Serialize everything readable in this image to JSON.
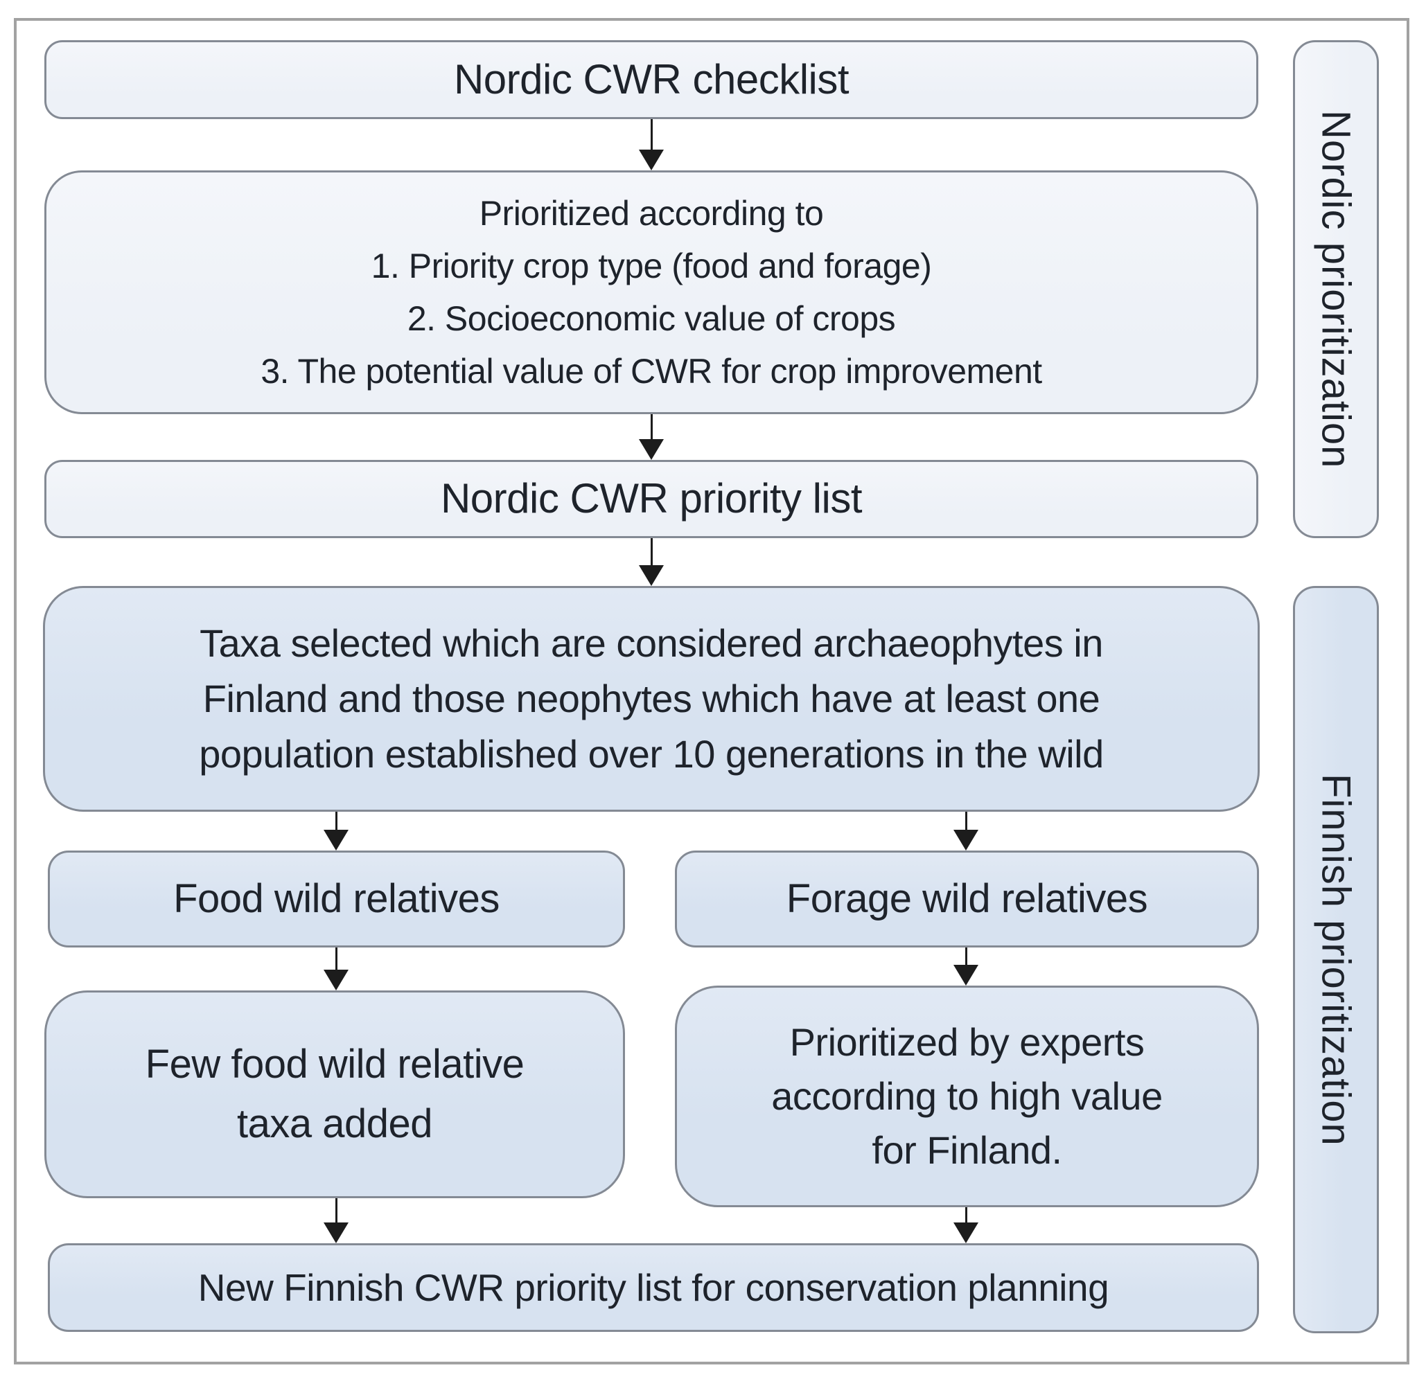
{
  "flowchart": {
    "side_labels": {
      "nordic": "Nordic prioritization",
      "finnish": "Finnish prioritization"
    },
    "nodes": {
      "checklist": {
        "text": "Nordic CWR checklist"
      },
      "criteria": {
        "lines": [
          "Prioritized according to",
          "1. Priority crop type (food and forage)",
          "2. Socioeconomic value of crops",
          "3. The potential value of CWR for crop improvement"
        ]
      },
      "priority_list": {
        "text": "Nordic CWR priority list"
      },
      "taxa_selection": {
        "lines": [
          "Taxa selected which are considered archaeophytes in",
          "Finland and those neophytes which have at least one",
          "population established over 10 generations in the wild"
        ]
      },
      "food": {
        "text": "Food wild relatives"
      },
      "forage": {
        "text": "Forage wild relatives"
      },
      "few_food": {
        "lines": [
          "Few food wild relative",
          "taxa added"
        ]
      },
      "experts": {
        "lines": [
          "Prioritized by experts",
          "according to high value",
          "for Finland."
        ]
      },
      "new_list": {
        "text": "New Finnish CWR priority list for conservation planning"
      }
    },
    "colors": {
      "light_fill_top": "#f4f6fa",
      "light_fill": "#edf1f7",
      "blue_fill_top": "#e1e9f4",
      "blue_fill": "#d7e2f0",
      "box_border": "#848a94",
      "outer_border": "#a2a2a2",
      "text": "#1e232b",
      "arrow": "#1c1c1c"
    }
  }
}
